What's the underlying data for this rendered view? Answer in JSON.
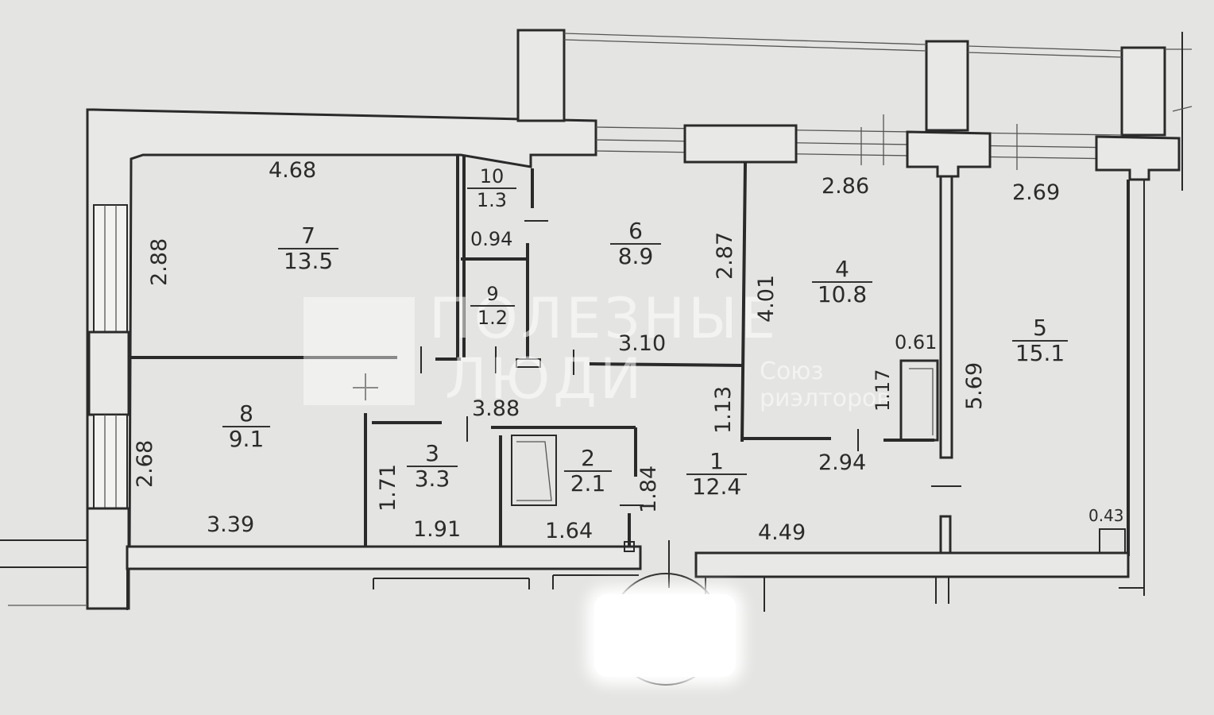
{
  "rooms": [
    {
      "id": "1",
      "area": "12.4"
    },
    {
      "id": "2",
      "area": "2.1"
    },
    {
      "id": "3",
      "area": "3.3"
    },
    {
      "id": "4",
      "area": "10.8"
    },
    {
      "id": "5",
      "area": "15.1"
    },
    {
      "id": "6",
      "area": "8.9"
    },
    {
      "id": "7",
      "area": "13.5"
    },
    {
      "id": "8",
      "area": "9.1"
    },
    {
      "id": "9",
      "area": "1.2"
    },
    {
      "id": "10",
      "area": "1.3"
    }
  ],
  "dimensions": {
    "d_4_68": "4.68",
    "d_2_88": "2.88",
    "d_0_94": "0.94",
    "d_2_87": "2.87",
    "d_2_86": "2.86",
    "d_2_69": "2.69",
    "d_4_01": "4.01",
    "d_0_61": "0.61",
    "d_5_69": "5.69",
    "d_3_10": "3.10",
    "d_1_17": "1.17",
    "d_1_13": "1.13",
    "d_3_88": "3.88",
    "d_2_68": "2.68",
    "d_1_71": "1.71",
    "d_1_84": "1.84",
    "d_2_94": "2.94",
    "d_3_39": "3.39",
    "d_1_91": "1.91",
    "d_1_64": "1.64",
    "d_4_49": "4.49",
    "d_0_43": "0.43"
  },
  "watermark": {
    "line1": "ПОЛЕЗНЫЕ",
    "line2": "ЛЮДИ",
    "sub1": "Союз",
    "sub2": "риэлторов"
  }
}
